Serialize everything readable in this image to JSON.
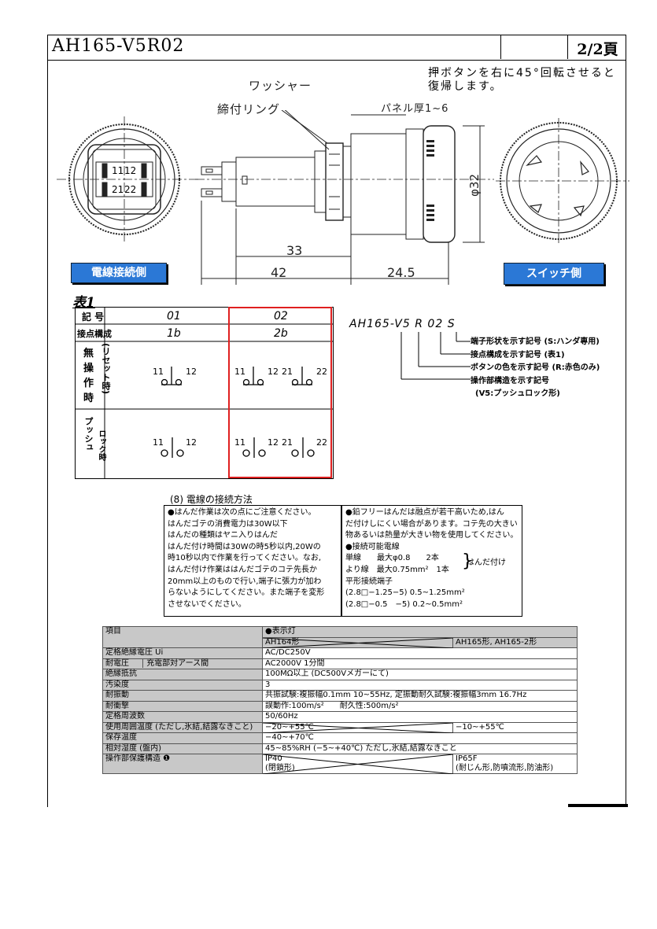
{
  "header": {
    "title": "AH165-V5R02",
    "page": "2/2頁"
  },
  "top_note": [
    "押ボタンを右に45°回転させると",
    "復帰します。"
  ],
  "drawing": {
    "washer_label": "ワッシャー",
    "ring_label": "締付リング",
    "panel_label": "パネル厚1~6",
    "dia_label": "φ32",
    "dim_33": "33",
    "dim_42": "42",
    "dim_245": "24.5",
    "terminal_labels": [
      "11",
      "12",
      "21",
      "22"
    ],
    "wire_side_label": "電線接続側",
    "switch_side_label": "スイッチ側"
  },
  "table1": {
    "heading": "表1",
    "row_symbol": "記 号",
    "row_contact": "接点構成",
    "col_01": "01",
    "col_02": "02",
    "contact_01": "1b",
    "contact_02": "2b",
    "row_nonop": [
      "無",
      "操",
      "作",
      "時"
    ],
    "row_nonop_sub": "(リセット時)",
    "row_push": "プッシュ",
    "row_push_sub": "ロック時",
    "t11": "11",
    "t12": "12",
    "t21": "21",
    "t22": "22",
    "highlight_color": "#e02020"
  },
  "model_code": {
    "code": "AH165-V5 R 02 S",
    "items": [
      "端子形状を示す記号 (S:ハンダ専用)",
      "接点構成を示す記号 (表1)",
      "ボタンの色を示す記号 (R:赤色のみ)",
      "操作部構造を示す記号",
      "(V5:プッシュロック形)"
    ]
  },
  "wiring": {
    "title": "(8) 電線の接続方法",
    "left": [
      "●はんだ作業は次の点にご注意ください。",
      "はんだゴテの消費電力は30W以下",
      "はんだの種類はヤニ入りはんだ",
      "はんだ付け時間は30Wの時5秒以内,20Wの",
      "時10秒以内で作業を行ってください。なお,",
      "はんだ付け作業ははんだゴテのコテ先長か",
      "20mm以上のもので行い,端子に張力が加わ",
      "らないようにしてください。また端子を変形",
      "させないでください。"
    ],
    "right": [
      "●鉛フリーはんだは融点が若干高いため,はん",
      "だ付けしにくい場合があります。コテ先の大きい",
      "物あるいは熱量が大きい物を使用してください。",
      "●接続可能電線",
      "単線　　最大φ0.8　　2本",
      "より線　最大0.75mm²　1本",
      "平形接続端子",
      "(2.8□−1.25−5) 0.5~1.25mm²",
      "(2.8□−0.5　−5) 0.2~0.5mm²"
    ],
    "solder_note": "はんだ付け"
  },
  "spec": {
    "header_item": "項目",
    "header_lamp": "●表示灯",
    "sub_left": "AH164形",
    "sub_right": "AH165形, AH165-2形",
    "rows": [
      {
        "label": "定格絶縁電圧 Ui",
        "value": "AC/DC250V"
      },
      {
        "label": "耐電圧",
        "sub": "充電部対アース間",
        "value": "AC2000V 1分間"
      },
      {
        "label": "絶縁抵抗",
        "value": "100MΩ以上 (DC500Vメガーにて)"
      },
      {
        "label": "汚染度",
        "value": "3"
      },
      {
        "label": "耐振動",
        "value": "共振試験:複振幅0.1mm 10~55Hz, 定振動耐久試験:複振幅3mm 16.7Hz"
      },
      {
        "label": "耐衝撃",
        "value": "誤動作:100m/s²　　耐久性:500m/s²"
      },
      {
        "label": "定格周波数",
        "value": "50/60Hz"
      },
      {
        "label": "使用周囲温度 (ただし,氷結,結露なきこと)",
        "left": "−20~+55℃",
        "right": "−10~+55℃"
      },
      {
        "label": "保存温度",
        "value": "−40~+70℃"
      },
      {
        "label": "相対湿度 (盤内)",
        "value": "45~85%RH (−5~+40℃) ただし,氷結,結露なきこと"
      },
      {
        "label": "操作部保護構造 ❶",
        "left": "IP40",
        "left2": "(閉鎖形)",
        "right": "IP65F",
        "right2": "(耐じん形,防噴流形,防油形)"
      }
    ]
  }
}
